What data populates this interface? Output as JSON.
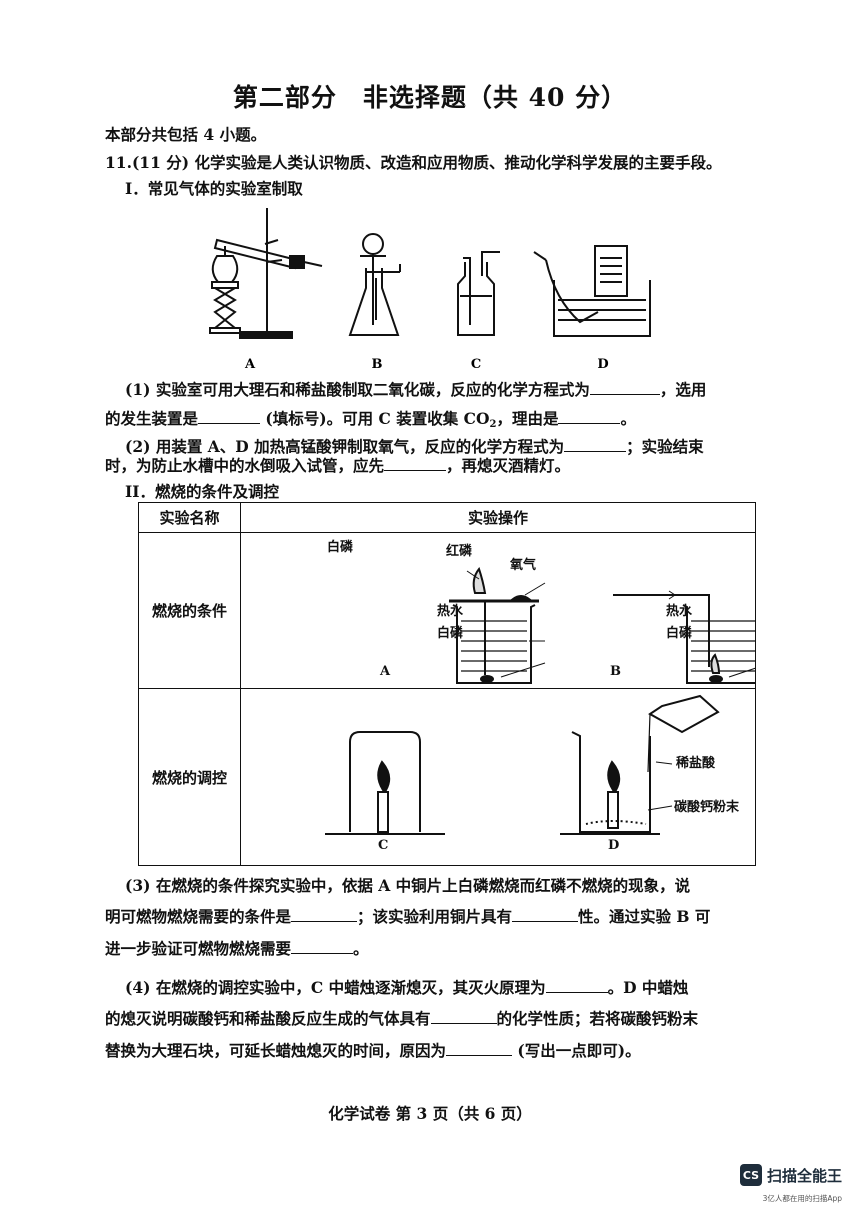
{
  "heading": "第二部分　非选择题（共 40 分）",
  "intro": "本部分共包括 4 小题。",
  "question": {
    "number": "11.",
    "points": "(11 分)",
    "stem": "化学实验是人类认识物质、改造和应用物质、推动化学科学发展的主要手段。"
  },
  "part1": {
    "title": "I．常见气体的实验室制取",
    "apparatus_labels": [
      "A",
      "B",
      "C",
      "D"
    ],
    "q1": {
      "a": "(1) 实验室可用大理石和稀盐酸制取二氧化碳，反应的化学方程式为",
      "b": "，选用",
      "c": "的发生装置是",
      "d": "(填标号)。可用 C 装置收集 CO",
      "sub": "2",
      "e": "，理由是",
      "f": "。"
    },
    "q2": {
      "a": "(2) 用装置 A、D 加热高锰酸钾制取氧气，反应的化学方程式为",
      "b": "；实验结束",
      "c": "时，为防止水槽中的水倒吸入试管，应先",
      "d": "，再熄灭酒精灯。"
    }
  },
  "part2": {
    "title": "II．燃烧的条件及调控",
    "table_headers": [
      "实验名称",
      "实验操作"
    ],
    "rows": [
      "燃烧的条件",
      "燃烧的调控"
    ],
    "diagram_labels": {
      "white_p": "白磷",
      "red_p": "红磷",
      "hot_water": "热水",
      "oxygen": "氧气",
      "acid": "稀盐酸",
      "powder": "碳酸钙粉末",
      "a": "A",
      "b": "B",
      "c": "C",
      "d": "D"
    },
    "q3": {
      "a": "(3) 在燃烧的条件探究实验中，依据 A 中铜片上白磷燃烧而红磷不燃烧的现象，说",
      "b": "明可燃物燃烧需要的条件是",
      "c": "；该实验利用铜片具有",
      "d": "性。通过实验 B 可",
      "e": "进一步验证可燃物燃烧需要",
      "f": "。"
    },
    "q4": {
      "a": "(4) 在燃烧的调控实验中，C 中蜡烛逐渐熄灭，其灭火原理为",
      "b": "。D 中蜡烛",
      "c": "的熄灭说明碳酸钙和稀盐酸反应生成的气体具有",
      "d": "的化学性质；若将碳酸钙粉末",
      "e": "替换为大理石块，可延长蜡烛熄灭的时间，原因为",
      "f": "(写出一点即可)。"
    }
  },
  "footer": "化学试卷  第 3 页（共 6 页）",
  "watermark": {
    "badge": "CS",
    "name": "扫描全能王",
    "tagline": "3亿人都在用的扫描App"
  }
}
